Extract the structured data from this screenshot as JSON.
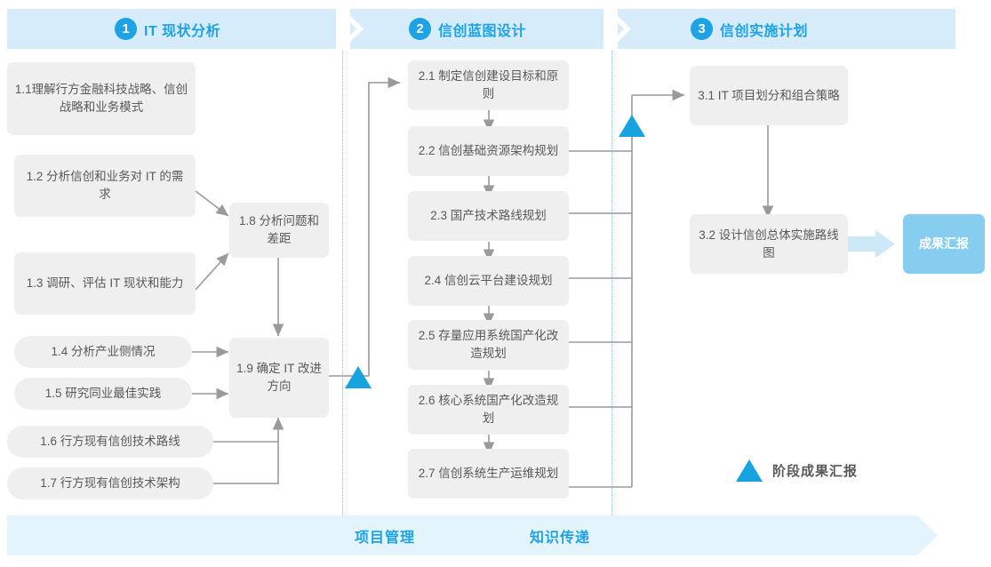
{
  "phases": [
    {
      "num": "1",
      "label": "IT 现状分析"
    },
    {
      "num": "2",
      "label": "信创蓝图设计"
    },
    {
      "num": "3",
      "label": "信创实施计划"
    }
  ],
  "nodes": {
    "n11": "1.1理解行方金融科技战略、信创战略和业务模式",
    "n12": "1.2 分析信创和业务对 IT 的需求",
    "n13": "1.3 调研、评估 IT 现状和能力",
    "n14": "1.4 分析产业侧情况",
    "n15": "1.5 研究同业最佳实践",
    "n16": "1.6 行方现有信创技术路线",
    "n17": "1.7 行方现有信创技术架构",
    "n18": "1.8 分析问题和差距",
    "n19": "1.9 确定 IT 改进方向",
    "n21": "2.1 制定信创建设目标和原则",
    "n22": "2.2 信创基础资源架构规划",
    "n23": "2.3 国产技术路线规划",
    "n24": "2.4 信创云平台建设规划",
    "n25": "2.5 存量应用系统国产化改造规划",
    "n26": "2.6 核心系统国产化改造规划",
    "n27": "2.7 信创系统生产运维规划",
    "n31": "3.1 IT 项目划分和组合策略",
    "n32": "3.2 设计信创总体实施路线图"
  },
  "badge": {
    "label": "成果汇报"
  },
  "legend": {
    "label": "阶段成果汇报"
  },
  "band": {
    "labels": [
      "项目管理",
      "知识传递"
    ]
  },
  "colors": {
    "accent": "#1ea2e6",
    "milestone": "#17a3e0",
    "node_bg": "#efefef",
    "node_text": "#595959",
    "header_bg": "#d6ecfa",
    "band_bg": "#e3f4fc",
    "badge_bg": "#87cdf0",
    "divider": "#7cc9ea",
    "wire": "#9a9a9a"
  }
}
